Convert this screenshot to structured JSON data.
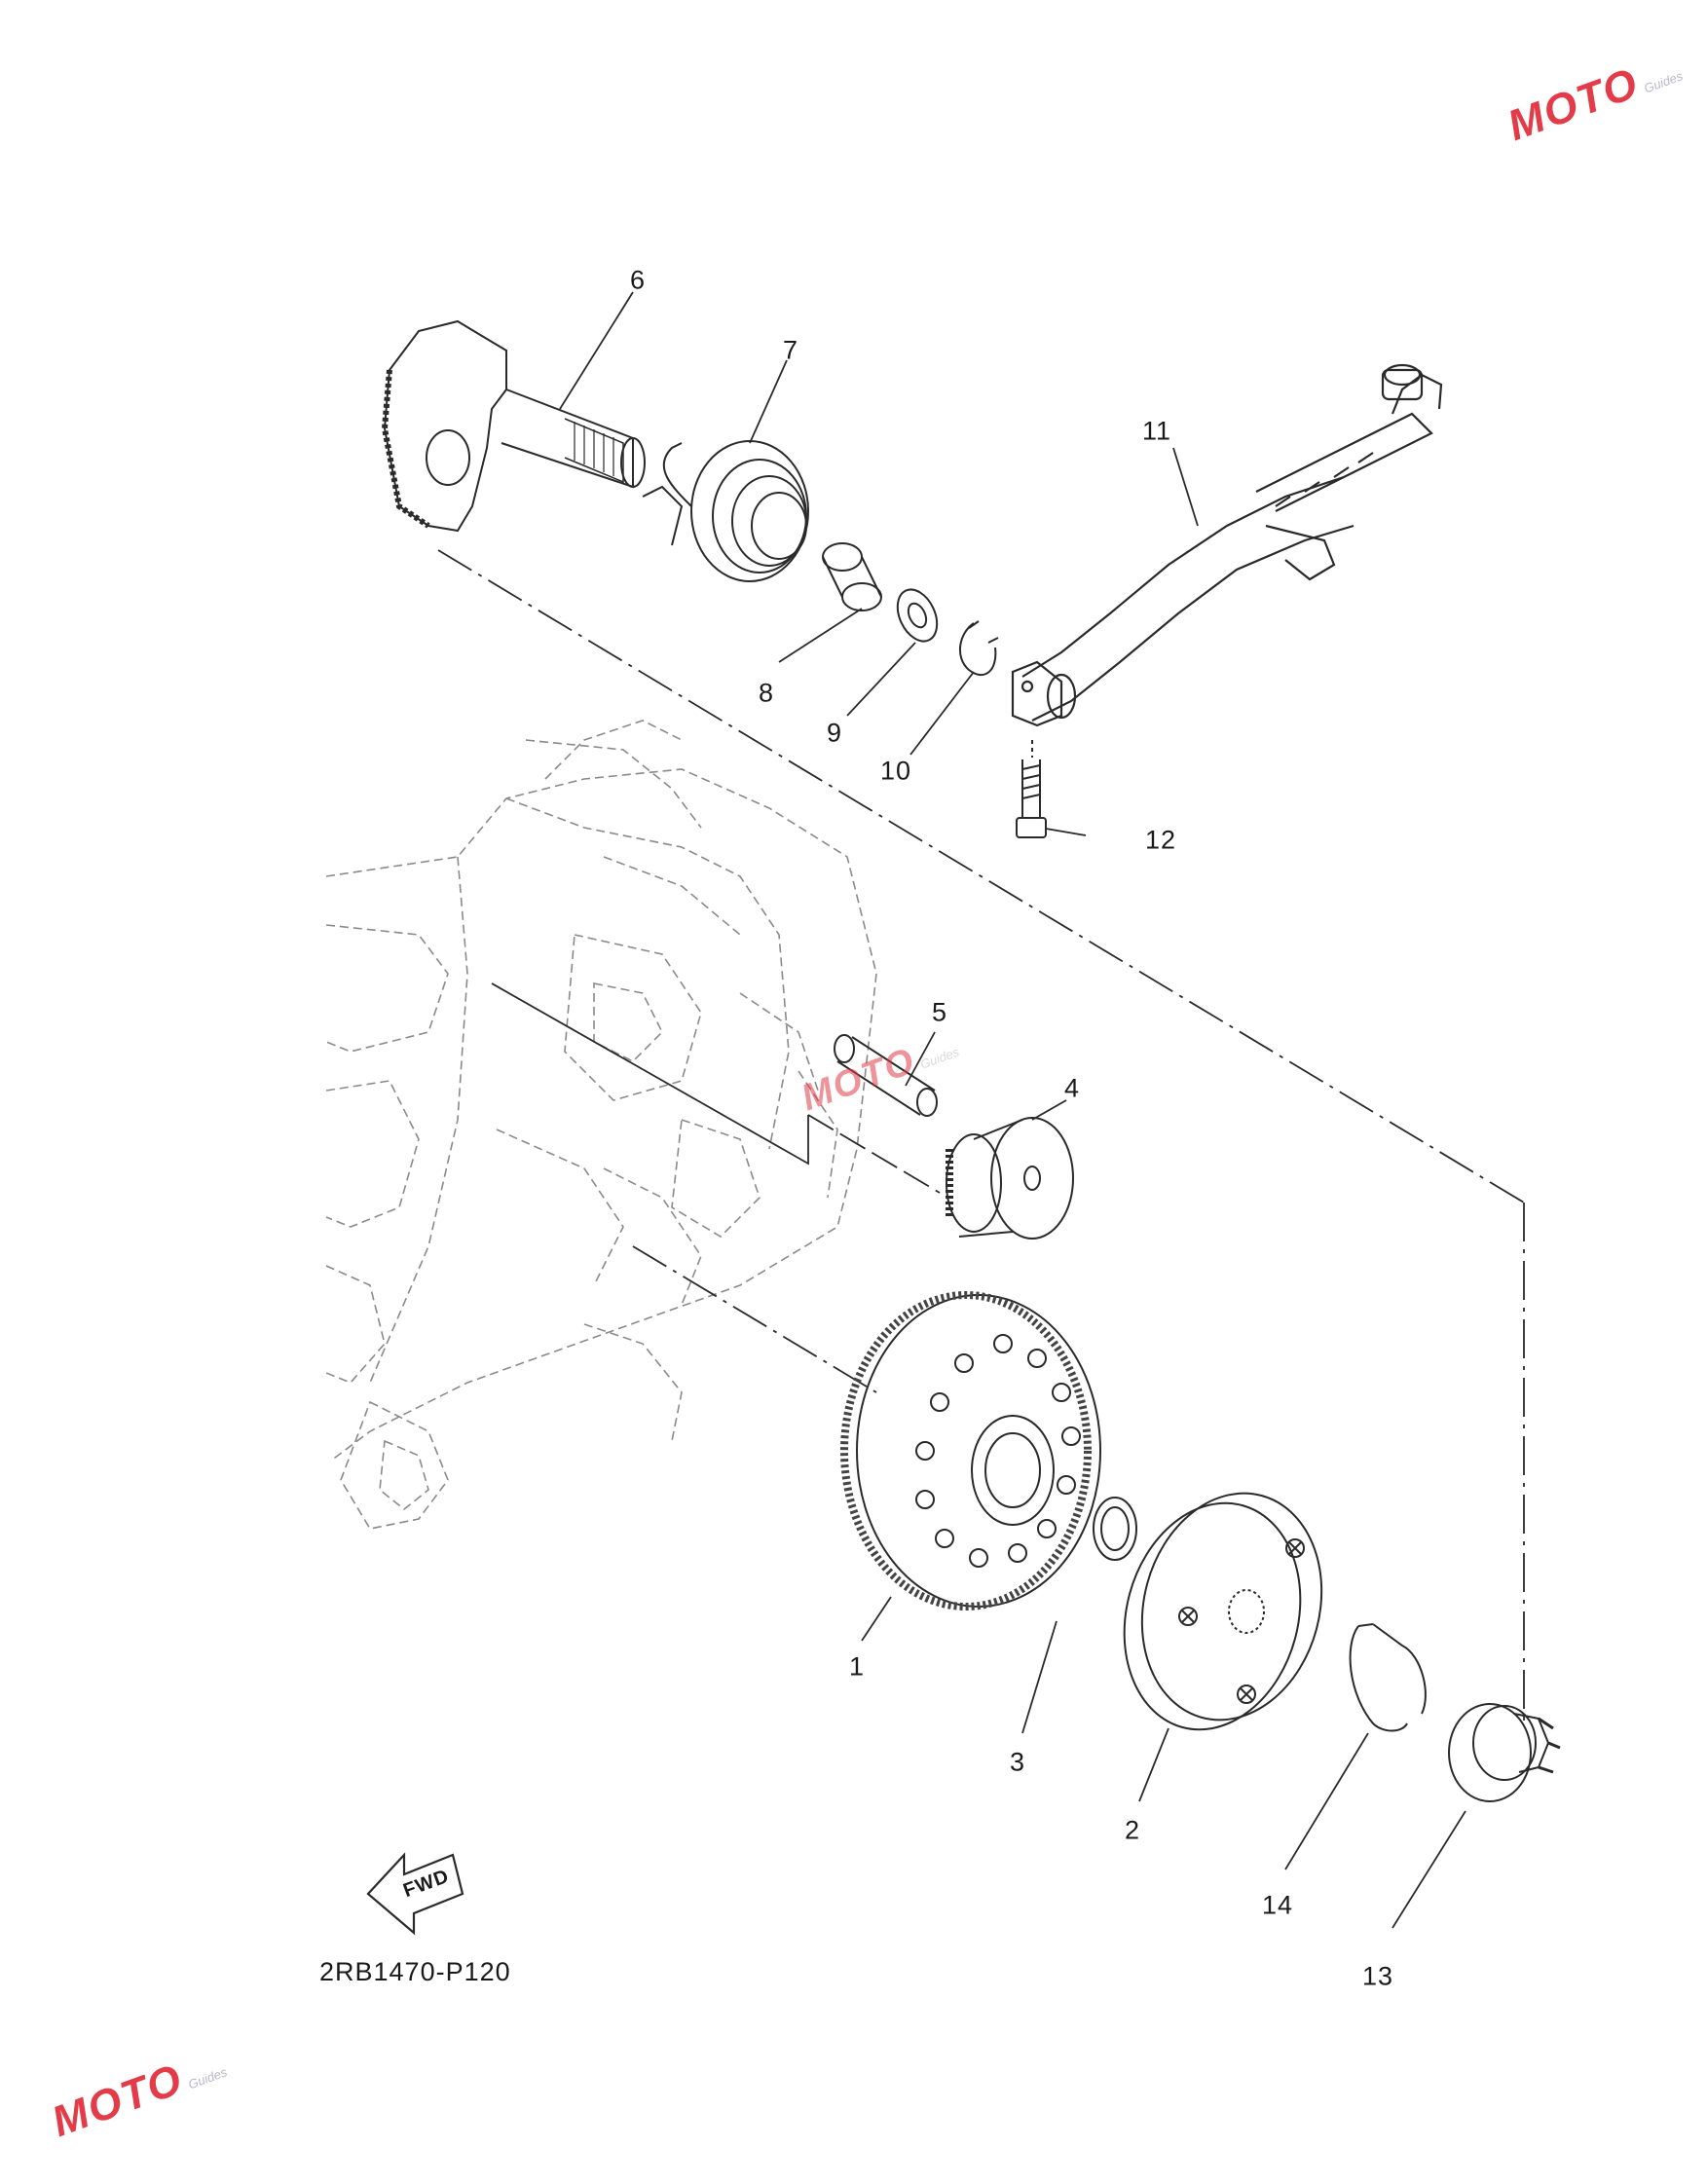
{
  "diagram": {
    "part_numbers": [
      "1",
      "2",
      "3",
      "4",
      "5",
      "6",
      "7",
      "8",
      "9",
      "10",
      "11",
      "12",
      "13",
      "14"
    ],
    "arrow_label": "FWD",
    "figure_code": "2RB1470-P120"
  },
  "watermark": {
    "text": "MOTO",
    "subtext": "Guides",
    "color": "#e33b48"
  },
  "colors": {
    "line": "#2a2a2a",
    "crankcase": "#8a8a8a"
  }
}
